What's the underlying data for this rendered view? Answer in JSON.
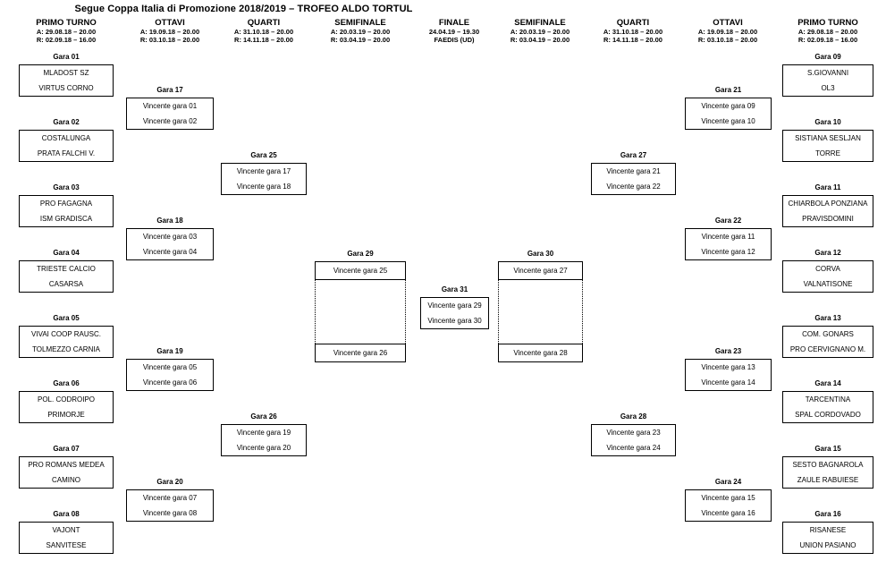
{
  "title": "Segue Coppa Italia di Promozione 2018/2019 – TROFEO ALDO TORTUL",
  "columns": [
    {
      "round": "PRIMO TURNO",
      "line1": "A: 29.08.18 – 20.00",
      "line2": "R: 02.09.18 – 16.00"
    },
    {
      "round": "OTTAVI",
      "line1": "A: 19.09.18 – 20.00",
      "line2": "R: 03.10.18 – 20.00"
    },
    {
      "round": "QUARTI",
      "line1": "A: 31.10.18 – 20.00",
      "line2": "R: 14.11.18 – 20.00"
    },
    {
      "round": "SEMIFINALE",
      "line1": "A: 20.03.19 – 20.00",
      "line2": "R: 03.04.19 – 20.00"
    },
    {
      "round": "FINALE",
      "line1": "24.04.19 – 19.30",
      "line2": "FAEDIS (UD)"
    },
    {
      "round": "SEMIFINALE",
      "line1": "A: 20.03.19 – 20.00",
      "line2": "R: 03.04.19 – 20.00"
    },
    {
      "round": "QUARTI",
      "line1": "A: 31.10.18 – 20.00",
      "line2": "R: 14.11.18 – 20.00"
    },
    {
      "round": "OTTAVI",
      "line1": "A: 19.09.18 – 20.00",
      "line2": "R: 03.10.18 – 20.00"
    },
    {
      "round": "PRIMO TURNO",
      "line1": "A: 29.08.18 – 20.00",
      "line2": "R: 02.09.18 – 16.00"
    }
  ],
  "games": {
    "g01": {
      "label": "Gara 01",
      "top": "MLADOST SZ",
      "bottom": "VIRTUS CORNO"
    },
    "g02": {
      "label": "Gara 02",
      "top": "COSTALUNGA",
      "bottom": "PRATA FALCHI V."
    },
    "g03": {
      "label": "Gara 03",
      "top": "PRO FAGAGNA",
      "bottom": "ISM GRADISCA"
    },
    "g04": {
      "label": "Gara 04",
      "top": "TRIESTE CALCIO",
      "bottom": "CASARSA"
    },
    "g05": {
      "label": "Gara 05",
      "top": "VIVAI COOP RAUSC.",
      "bottom": "TOLMEZZO CARNIA"
    },
    "g06": {
      "label": "Gara 06",
      "top": "POL. CODROIPO",
      "bottom": "PRIMORJE"
    },
    "g07": {
      "label": "Gara 07",
      "top": "PRO ROMANS MEDEA",
      "bottom": "CAMINO"
    },
    "g08": {
      "label": "Gara 08",
      "top": "VAJONT",
      "bottom": "SANVITESE"
    },
    "g09": {
      "label": "Gara 09",
      "top": "S.GIOVANNI",
      "bottom": "OL3"
    },
    "g10": {
      "label": "Gara 10",
      "top": "SISTIANA SESLJAN",
      "bottom": "TORRE"
    },
    "g11": {
      "label": "Gara 11",
      "top": "CHIARBOLA PONZIANA",
      "bottom": "PRAVISDOMINI"
    },
    "g12": {
      "label": "Gara 12",
      "top": "CORVA",
      "bottom": "VALNATISONE"
    },
    "g13": {
      "label": "Gara 13",
      "top": "COM. GONARS",
      "bottom": "PRO CERVIGNANO M."
    },
    "g14": {
      "label": "Gara 14",
      "top": "TARCENTINA",
      "bottom": "SPAL CORDOVADO"
    },
    "g15": {
      "label": "Gara 15",
      "top": "SESTO BAGNAROLA",
      "bottom": "ZAULE RABUIESE"
    },
    "g16": {
      "label": "Gara 16",
      "top": "RISANESE",
      "bottom": "UNION PASIANO"
    },
    "g17": {
      "label": "Gara 17",
      "top": "Vincente gara 01",
      "bottom": "Vincente gara 02"
    },
    "g18": {
      "label": "Gara 18",
      "top": "Vincente gara 03",
      "bottom": "Vincente gara 04"
    },
    "g19": {
      "label": "Gara 19",
      "top": "Vincente gara 05",
      "bottom": "Vincente gara 06"
    },
    "g20": {
      "label": "Gara 20",
      "top": "Vincente gara 07",
      "bottom": "Vincente gara 08"
    },
    "g21": {
      "label": "Gara 21",
      "top": "Vincente gara 09",
      "bottom": "Vincente gara 10"
    },
    "g22": {
      "label": "Gara 22",
      "top": "Vincente gara 11",
      "bottom": "Vincente gara 12"
    },
    "g23": {
      "label": "Gara 23",
      "top": "Vincente gara 13",
      "bottom": "Vincente gara 14"
    },
    "g24": {
      "label": "Gara 24",
      "top": "Vincente gara 15",
      "bottom": "Vincente gara 16"
    },
    "g25": {
      "label": "Gara 25",
      "top": "Vincente gara 17",
      "bottom": "Vincente gara 18"
    },
    "g26": {
      "label": "Gara 26",
      "top": "Vincente gara 19",
      "bottom": "Vincente gara 20"
    },
    "g27": {
      "label": "Gara 27",
      "top": "Vincente gara 21",
      "bottom": "Vincente gara 22"
    },
    "g28": {
      "label": "Gara 28",
      "top": "Vincente gara 23",
      "bottom": "Vincente gara 24"
    },
    "g29": {
      "label": "Gara 29",
      "top": "Vincente gara 25",
      "bottom": "Vincente gara 26"
    },
    "g30": {
      "label": "Gara 30",
      "top": "Vincente gara 27",
      "bottom": "Vincente gara 28"
    },
    "g31": {
      "label": "Gara 31",
      "top": "Vincente gara 29",
      "bottom": "Vincente gara 30"
    }
  }
}
